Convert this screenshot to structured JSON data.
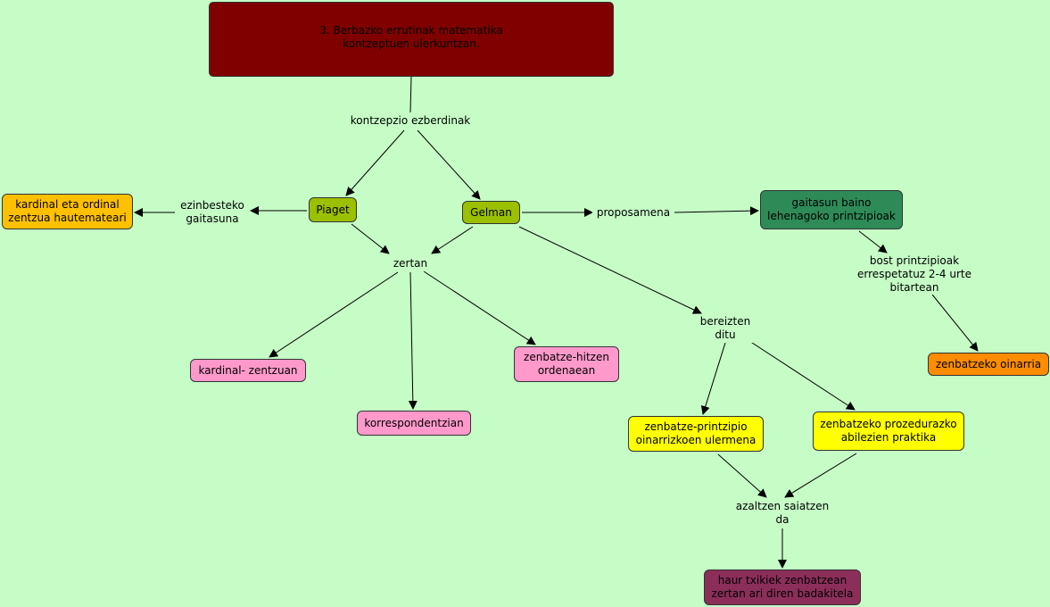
{
  "nodes": {
    "title": "3. Berbazko errutinak matematika\nkontzeptuen ulerkuntzan.",
    "kardinal_ordinal": "kardinal eta ordinal\nzentzua hautemateari",
    "piaget": "Piaget",
    "gelman": "Gelman",
    "gaitasun": "gaitasun baino\nlehenagoko printzipioak",
    "oinarria": "zenbatzeko oinarria",
    "kardinal_zentzuan": "kardinal- zentzuan",
    "korrespondentzian": "korrespondentzian",
    "zenbatze_hitzen": "zenbatze-hitzen\nordenaean",
    "printzipio": "zenbatze-printzipio\noinarrizkoen ulermena",
    "prozedurazko": "zenbatzeko prozedurazko\nabilezien praktika",
    "haur": "haur txikiek zenbatzean\nzertan ari diren badakitela"
  },
  "links": {
    "kontzepzio": "kontzepzio ezberdinak",
    "ezinbesteko": "ezinbesteko\ngaitasuna",
    "zertan": "zertan",
    "proposamena": "proposamena",
    "bost": "bost printzipioak\nerrespetatuz 2-4 urte\nbitartean",
    "bereizten": "bereizten\nditu",
    "azaltzen": "azaltzen saiatzen\nda"
  },
  "colors": {
    "background": "#c6fdc6",
    "title": "#800000",
    "orange_yellow": "#ffc000",
    "lime": "#9ac000",
    "green": "#2e8b57",
    "orange": "#ff8c00",
    "pink": "#ff99cc",
    "yellow": "#ffff00",
    "purple": "#8b2e5a"
  }
}
